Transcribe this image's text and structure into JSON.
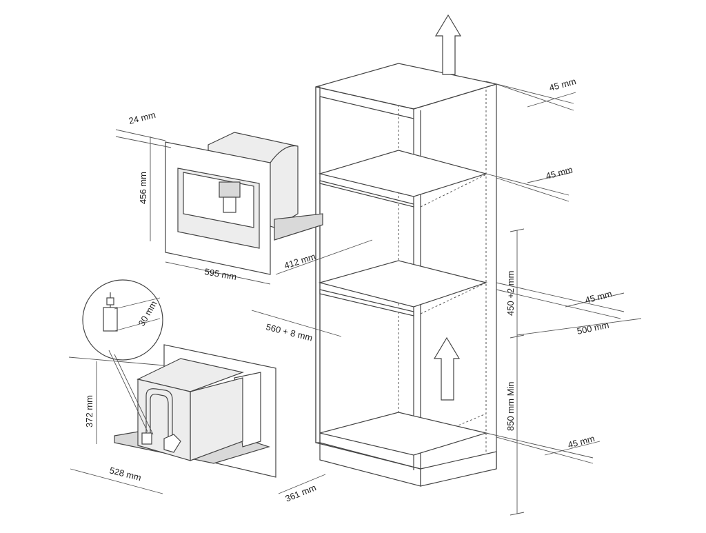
{
  "labels": {
    "machine_top_depth": "24 mm",
    "machine_height": "456 mm",
    "machine_depth": "412 mm",
    "machine_width": "595 mm",
    "niche_depth": "560 + 8 mm",
    "plug_gap": "30 mm",
    "lower_height": "372 mm",
    "lower_width": "528 mm",
    "lower_depth": "361 mm",
    "vent_top": "45 mm",
    "vent_upper": "45 mm",
    "vent_middle": "45 mm",
    "vent_bottom": "45 mm",
    "cabinet_depth": "500 mm",
    "niche_height": "450 +2 mm",
    "floor_clearance": "850 mm Min"
  }
}
